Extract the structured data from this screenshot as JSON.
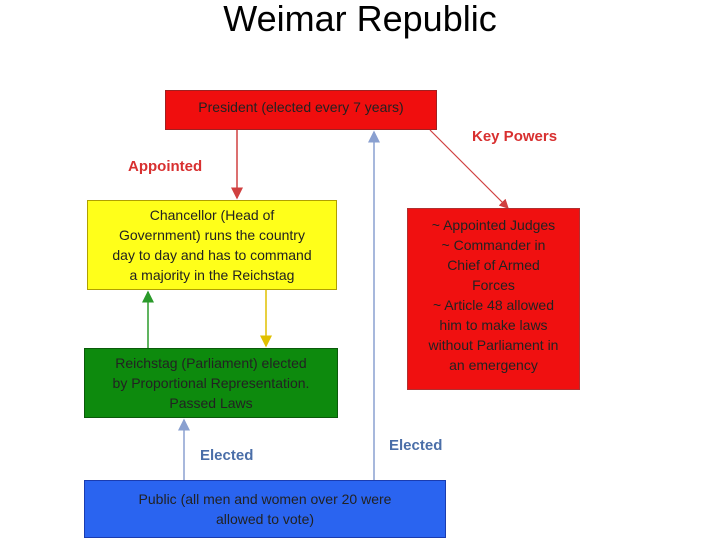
{
  "slide": {
    "title": "Weimar Republic"
  },
  "diagram": {
    "president": "President (elected every 7 years)",
    "chancellor": "Chancellor (Head of\nGovernment) runs the country\nday to day and has to command\na majority in the Reichstag",
    "reichstag": "Reichstag (Parliament) elected\nby Proportional Representation.\nPassed Laws",
    "key_powers_title": "Key Powers",
    "key_powers": "~ Appointed Judges\n~ Commander in\nChief of Armed\nForces\n~ Article 48 allowed\nhim to make laws\nwithout Parliament in\nan emergency",
    "public": "Public (all men and women over 20 were\nallowed to vote)",
    "label_appointed": "Appointed",
    "label_elected_left": "Elected",
    "label_elected_right": "Elected"
  },
  "colors": {
    "president": "#f00e0e",
    "chancellor": "#ffff1a",
    "reichstag": "#0d8a0d",
    "key_powers": "#f01010",
    "public": "#2a64f0"
  }
}
